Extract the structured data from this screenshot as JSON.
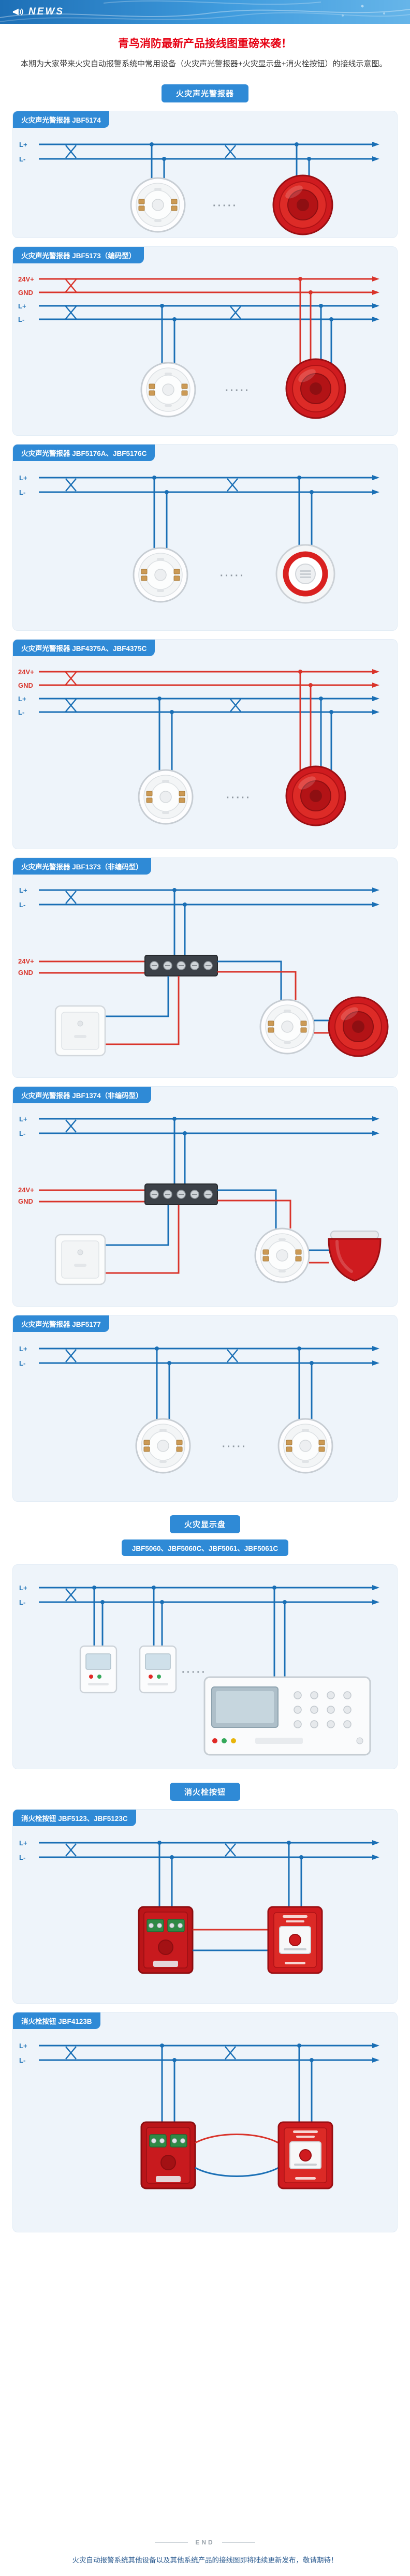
{
  "banner": {
    "news_label": "NEWS"
  },
  "intro": {
    "title": "青鸟消防最新产品接线图重磅来袭！",
    "body": "本期为大家带来火灾自动报警系统中常用设备（火灾声光警报器+火灾显示盘+消火栓按钮）的接线示意图。"
  },
  "section_headers": {
    "sounder": "火灾声光警报器",
    "display": "火灾显示盘",
    "hydrant": "消火栓按钮"
  },
  "cards": [
    {
      "tag": "火灾声光警报器 JBF5174",
      "wires": [
        "L+",
        "L-"
      ]
    },
    {
      "tag": "火灾声光警报器 JBF5173（编码型）",
      "wires": [
        "24V+",
        "GND",
        "L+",
        "L-"
      ]
    },
    {
      "tag": "火灾声光警报器 JBF5176A、JBF5176C",
      "wires": [
        "L+",
        "L-"
      ]
    },
    {
      "tag": "火灾声光警报器 JBF4375A、JBF4375C",
      "wires": [
        "24V+",
        "GND",
        "L+",
        "L-"
      ]
    },
    {
      "tag": "火灾声光警报器 JBF1373（非编码型）",
      "wires": [
        "L+",
        "L-",
        "24V+",
        "GND"
      ]
    },
    {
      "tag": "火灾声光警报器 JBF1374（非编码型）",
      "wires": [
        "L+",
        "L-",
        "24V+",
        "GND"
      ]
    },
    {
      "tag": "火灾声光警报器 JBF5177",
      "wires": [
        "L+",
        "L-"
      ]
    },
    {
      "tag": "JBF5060、JBF5060C、JBF5061、JBF5061C",
      "wires": [
        "L+",
        "L-"
      ]
    },
    {
      "tag": "消火栓按钮 JBF5123、JBF5123C",
      "wires": [
        "L+",
        "L-"
      ]
    },
    {
      "tag": "消火栓按钮 JBF4123B",
      "wires": [
        "L+",
        "L-"
      ]
    }
  ],
  "diagram": {
    "ellipsis": "·····"
  },
  "icons": {
    "banner_icon": "megaphone-icon"
  },
  "footer": {
    "end_label": "END",
    "note": "火灾自动报警系统其他设备以及其他系统产品的接线图即将陆续更新发布，敬请期待！"
  },
  "colors": {
    "accent_blue": "#2f8ad6",
    "wire_blue": "#1a6fb5",
    "wire_red": "#d9342b",
    "title_red": "#e60012",
    "device_red": "#cf1b1f"
  }
}
